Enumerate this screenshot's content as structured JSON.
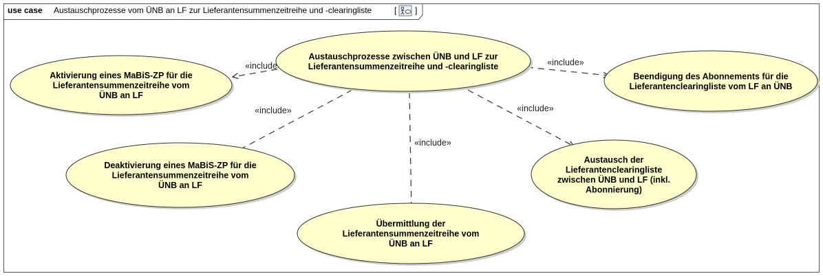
{
  "diagram": {
    "kind_label": "use case",
    "title": "Austauschprozesse vom ÜNB an LF zur Lieferantensummenzeitreihe und -clearingliste",
    "title_suffix_open": "[",
    "title_suffix_close": "]",
    "diagram_icon": "use-case-diagram-icon",
    "fill_color": "#ffffcc",
    "use_cases": [
      {
        "id": "main",
        "lines": [
          "Austauschprozesse zwischen ÜNB und LF zur",
          "Lieferantensummenzeitreihe und -clearingliste"
        ]
      },
      {
        "id": "aktivierung",
        "lines": [
          "Aktivierung eines MaBiS-ZP für die",
          "Lieferantensummenzeitreihe vom",
          "ÜNB an LF"
        ]
      },
      {
        "id": "deaktivierung",
        "lines": [
          "Deaktivierung eines MaBiS-ZP für die",
          "Lieferantensummenzeitreihe vom",
          "ÜNB an LF"
        ]
      },
      {
        "id": "uebermittlung",
        "lines": [
          "Übermittlung der",
          "Lieferantensummenzeitreihe vom",
          "ÜNB an LF"
        ]
      },
      {
        "id": "austausch",
        "lines": [
          "Austausch der",
          "Lieferantenclearingliste",
          "zwischen ÜNB und LF (inkl.",
          "Abonnierung)"
        ]
      },
      {
        "id": "beendigung",
        "lines": [
          "Beendigung des Abonnements für die",
          "Lieferantenclearingliste vom LF an ÜNB"
        ]
      }
    ],
    "relations": [
      {
        "from": "main",
        "to": "aktivierung",
        "label": "«include»"
      },
      {
        "from": "main",
        "to": "deaktivierung",
        "label": "«include»"
      },
      {
        "from": "main",
        "to": "uebermittlung",
        "label": "«include»"
      },
      {
        "from": "main",
        "to": "austausch",
        "label": "«include»"
      },
      {
        "from": "main",
        "to": "beendigung",
        "label": "«include»"
      }
    ]
  }
}
